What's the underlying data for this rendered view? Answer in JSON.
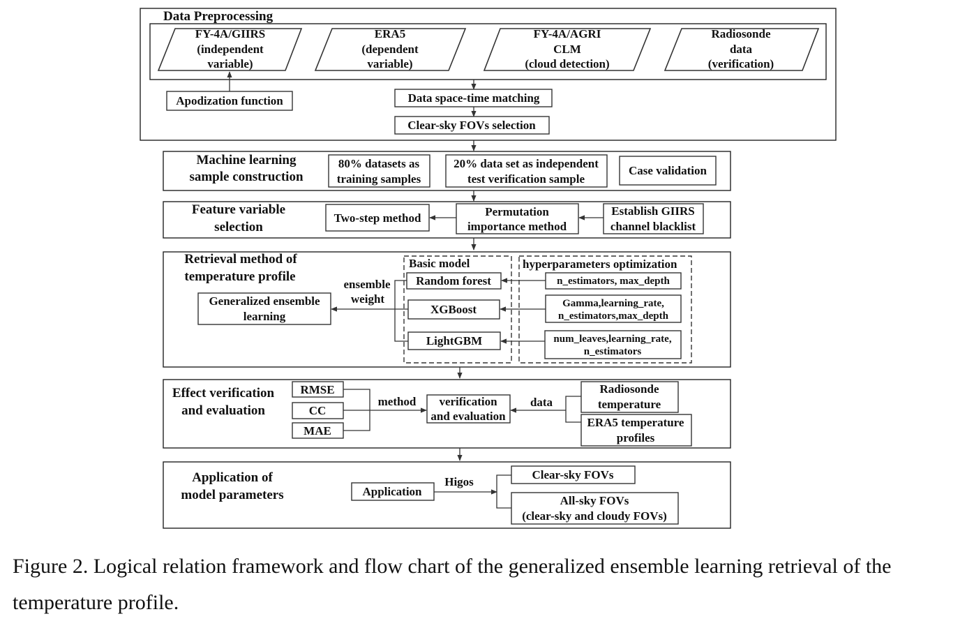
{
  "sections": {
    "data_preprocessing": "Data Preprocessing",
    "ml_sample_l1": "Machine learning",
    "ml_sample_l2": "sample construction",
    "feature_l1": "Feature variable",
    "feature_l2": "selection",
    "retrieval_l1": "Retrieval method of",
    "retrieval_l2": "temperature profile",
    "effect_l1": "Effect verification",
    "effect_l2": "and evaluation",
    "application_l1": "Application of",
    "application_l2": "model parameters"
  },
  "inputs": [
    {
      "l1": "FY-4A/GIIRS",
      "l2": "(independent",
      "l3": "variable)"
    },
    {
      "l1": "ERA5",
      "l2": "(dependent",
      "l3": "variable)"
    },
    {
      "l1": "FY-4A/AGRI",
      "l2": "CLM",
      "l3": "(cloud detection)"
    },
    {
      "l1": "Radiosonde",
      "l2": "data",
      "l3": "(verification)"
    }
  ],
  "preprocessing": {
    "apodization": "Apodization function",
    "matching": "Data space-time matching",
    "clear_sky": "Clear-sky FOVs selection"
  },
  "samples": {
    "training_l1": "80% datasets as",
    "training_l2": "training samples",
    "test_l1": "20% data set as independent",
    "test_l2": "test verification sample",
    "case": "Case validation"
  },
  "feature": {
    "two_step": "Two-step method",
    "perm_l1": "Permutation",
    "perm_l2": "importance method",
    "blacklist_l1": "Establish GIIRS",
    "blacklist_l2": "channel blacklist"
  },
  "retrieval": {
    "basic_model": "Basic model",
    "hyper_title": "hyperparameters optimization",
    "rf": "Random forest",
    "xgb": "XGBoost",
    "lgbm": "LightGBM",
    "rf_params": "n_estimators, max_depth",
    "xgb_params_l1": "Gamma,learning_rate,",
    "xgb_params_l2": "n_estimators,max_depth",
    "lgbm_params_l1": "num_leaves,learning_rate,",
    "lgbm_params_l2": "n_estimators",
    "ensemble_l1": "ensemble",
    "ensemble_l2": "weight",
    "gel_l1": "Generalized ensemble",
    "gel_l2": "learning"
  },
  "evaluation": {
    "rmse": "RMSE",
    "cc": "CC",
    "mae": "MAE",
    "method": "method",
    "data": "data",
    "verif_l1": "verification",
    "verif_l2": "and evaluation",
    "radiosonde_l1": "Radiosonde",
    "radiosonde_l2": "temperature",
    "era5_l1": "ERA5 temperature",
    "era5_l2": "profiles"
  },
  "application": {
    "app": "Application",
    "higos": "Higos",
    "clear": "Clear-sky FOVs",
    "all_l1": "All-sky FOVs",
    "all_l2": "(clear-sky and cloudy FOVs)"
  },
  "caption": "Figure 2. Logical relation framework and flow chart of the generalized ensemble learning retrieval of the temperature profile."
}
